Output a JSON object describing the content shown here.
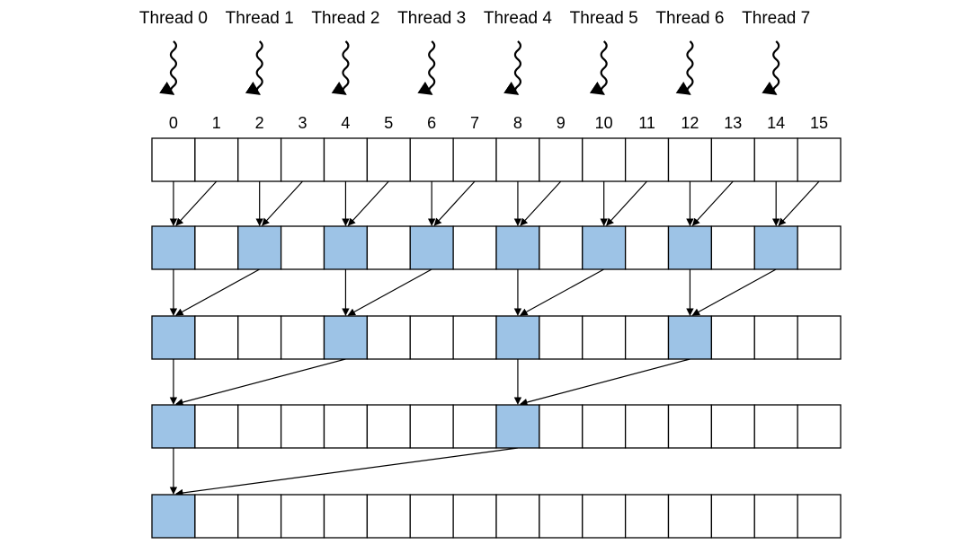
{
  "threads": [
    "Thread 0",
    "Thread 1",
    "Thread 2",
    "Thread 3",
    "Thread 4",
    "Thread 5",
    "Thread 6",
    "Thread 7"
  ],
  "indices": [
    "0",
    "1",
    "2",
    "3",
    "4",
    "5",
    "6",
    "7",
    "8",
    "9",
    "10",
    "11",
    "12",
    "13",
    "14",
    "15"
  ],
  "rows": [
    {
      "highlighted": []
    },
    {
      "highlighted": [
        0,
        2,
        4,
        6,
        8,
        10,
        12,
        14
      ]
    },
    {
      "highlighted": [
        0,
        4,
        8,
        12
      ]
    },
    {
      "highlighted": [
        0,
        8
      ]
    },
    {
      "highlighted": [
        0
      ]
    }
  ],
  "reductions": [
    {
      "from_row": 0,
      "to_row": 1,
      "stride": 1
    },
    {
      "from_row": 1,
      "to_row": 2,
      "stride": 2
    },
    {
      "from_row": 2,
      "to_row": 3,
      "stride": 4
    },
    {
      "from_row": 3,
      "to_row": 4,
      "stride": 8
    }
  ],
  "colors": {
    "highlight": "#9dc3e6",
    "cell_border": "#000000",
    "cell_fill": "#ffffff",
    "arrow": "#000000"
  },
  "icons": {
    "thread": "squiggly-arrow-icon"
  }
}
